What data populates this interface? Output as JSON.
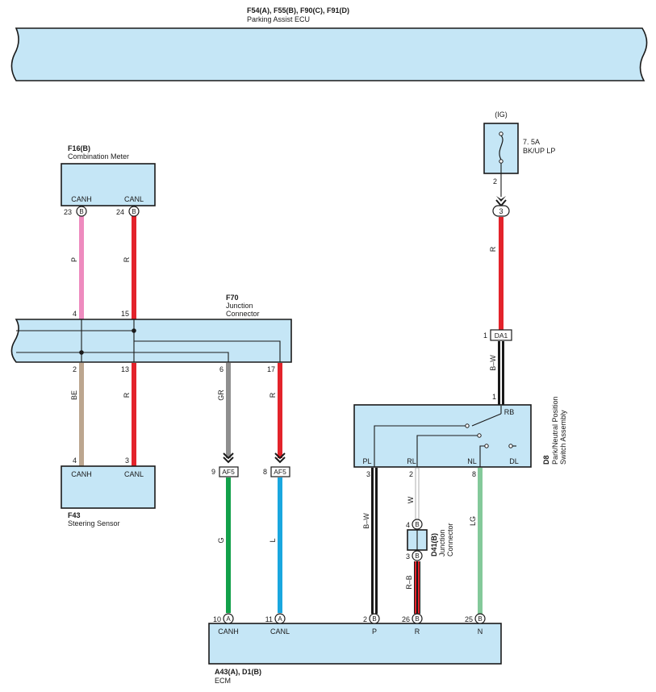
{
  "colors": {
    "box_fill": "#c5e6f6",
    "outline": "#1a1a1a",
    "wire_P": "#ee8bbf",
    "wire_R": "#e3232b",
    "wire_BE": "#bca68f",
    "wire_GR": "#8f8f8f",
    "wire_G": "#12a04a",
    "wire_L": "#1aa7df",
    "wire_LG": "#84c99a",
    "wire_W": "#bdbdbd"
  },
  "parking_ecu": {
    "code": "F54(A), F55(B), F90(C), F91(D)",
    "name": "Parking Assist ECU"
  },
  "combination_meter": {
    "code": "F16(B)",
    "name": "Combination Meter",
    "pins": [
      {
        "label": "CANH",
        "num": "23",
        "conn": "B"
      },
      {
        "label": "CANL",
        "num": "24",
        "conn": "B"
      }
    ]
  },
  "junction_f70": {
    "code": "F70",
    "name_line1": "Junction",
    "name_line2": "Connector",
    "top_pins": [
      "4",
      "15"
    ],
    "bottom_pins": [
      "2",
      "13",
      "6",
      "17"
    ]
  },
  "steering_sensor": {
    "code": "F43",
    "name": "Steering Sensor",
    "pins": [
      {
        "label": "CANH",
        "num": "4"
      },
      {
        "label": "CANL",
        "num": "3"
      }
    ]
  },
  "fuse": {
    "ig": "(IG)",
    "rating": "7. 5A",
    "name": "BK/UP LP",
    "pin": "2"
  },
  "connector_3": {
    "label": "3"
  },
  "da1": {
    "label": "DA1",
    "num": "1"
  },
  "af5_left": {
    "label": "AF5",
    "num": "9"
  },
  "af5_right": {
    "label": "AF5",
    "num": "8"
  },
  "park_switch": {
    "code": "D8",
    "name_line1": "Park/Neutral Position",
    "name_line2": "Switch Assembly",
    "rb_label": "RB",
    "rb_num": "1",
    "terms": [
      {
        "label": "PL",
        "num": "3"
      },
      {
        "label": "RL",
        "num": "2"
      },
      {
        "label": "NL",
        "num": "8"
      },
      {
        "label": "DL",
        "num": ""
      }
    ]
  },
  "d41": {
    "code": "D41(B)",
    "name_line1": "Junction",
    "name_line2": "Connector",
    "top_num": "4",
    "bottom_num": "3",
    "conn": "B"
  },
  "ecm": {
    "code": "A43(A), D1(B)",
    "name": "ECM",
    "pins": [
      {
        "label": "CANH",
        "num": "10",
        "conn": "A"
      },
      {
        "label": "CANL",
        "num": "11",
        "conn": "A"
      },
      {
        "label": "P",
        "num": "2",
        "conn": "B"
      },
      {
        "label": "R",
        "num": "26",
        "conn": "B"
      },
      {
        "label": "N",
        "num": "25",
        "conn": "B"
      }
    ]
  },
  "wires": {
    "meter_canh": "P",
    "meter_canl": "R",
    "sensor_canh": "BE",
    "sensor_canl": "R",
    "j6": "GR",
    "j17": "R",
    "ecm_canh": "G",
    "ecm_canl": "L",
    "fuse_out": "R",
    "da1_out": "B–W",
    "pl_out": "B–W",
    "rl_out": "W",
    "d41_out": "R–B",
    "nl_out": "LG"
  }
}
